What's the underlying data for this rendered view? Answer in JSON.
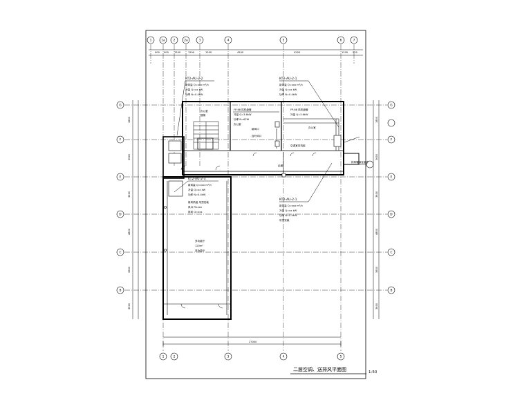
{
  "sheet": {
    "title": "二层空调、送排风平面图",
    "scale": "1:50"
  },
  "grid_axes": {
    "top": [
      "1",
      "1a",
      "2",
      "2a",
      "3",
      "4",
      "5",
      "6",
      "7"
    ],
    "bottom": [
      "1",
      "2",
      "3",
      "4",
      "5"
    ],
    "left": [
      "G",
      "F",
      "E",
      "D",
      "C",
      "B"
    ],
    "right": [
      "G",
      "F",
      "E",
      "D",
      "C",
      "B"
    ]
  },
  "dimensions": {
    "top_segments": [
      "900",
      "900",
      "1200",
      "1200",
      "1200",
      "4200",
      "4200",
      "1200",
      "900"
    ],
    "bottom_total": "27000",
    "left_segments": [
      "1800",
      "3600",
      "3600",
      "4800",
      "3600",
      "3600"
    ],
    "right_segments": [
      "1800",
      "3600",
      "3600",
      "4800",
      "3600",
      "3600"
    ]
  },
  "callouts": {
    "kt2_2": {
      "id": "KT2-AU-2-2",
      "lines": [
        "新风量 Q=xxx m³/h",
        "冷量 Q=xx kW",
        "功率 N=0.4kW"
      ]
    },
    "kt2_1_top": {
      "id": "KT2-AU-2-1",
      "lines": [
        "新风量 Q=xxx m³/h",
        "冷量 Q=xx kW",
        "功率 N=0.4kW"
      ]
    },
    "kt2_3": {
      "id": "KT2-AU-2-3",
      "lines": [
        "新风量 Q=xxx m³/h",
        "冷量 Q=xx kW",
        "功率 N=0.4kW",
        "新风机组 吊顶安装",
        "风口 FK-xxx",
        "排风 Q=xxx"
      ]
    },
    "kt2_1_bottom": {
      "id": "KT2-AU-2-1",
      "lines": [
        "新风量 Q=xxx m³/h",
        "冷量 Q=xx kW",
        "功率 N=0.4kW",
        "吊顶安装"
      ]
    }
  },
  "rooms": {
    "office_a": "办公室",
    "office_b": "办公室",
    "office_c": "办公室",
    "corridor": "走廊",
    "stair": "楼梯",
    "hall": "多功能厅",
    "hall_area": "120m²"
  },
  "notes": {
    "fcu_a": [
      "FP-68 风机盘管",
      "冷量 Q=3.6kW",
      "功率 N=62W"
    ],
    "fcu_b": [
      "FP-68 风机盘管",
      "冷量 Q=3.6kW"
    ],
    "room_unit": "空调室内机组",
    "duct_note": "排风管接至室外",
    "grille": "百叶风口",
    "room_small": "新风口",
    "hall_note": "多功能厅"
  }
}
